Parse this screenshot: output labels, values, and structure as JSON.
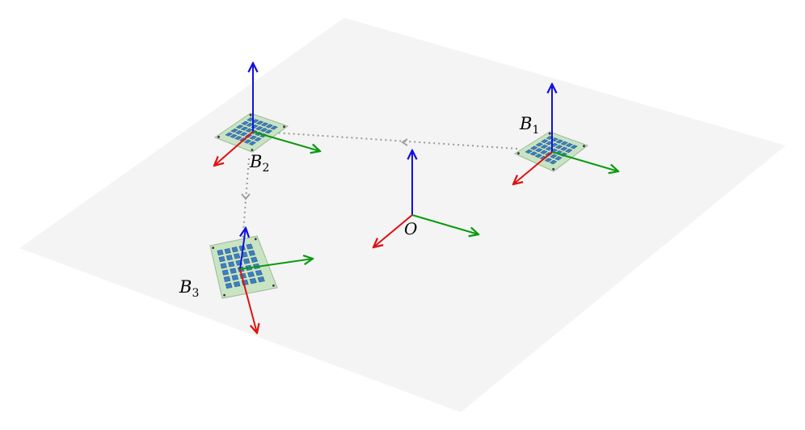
{
  "frames": {
    "origin": {
      "label": "O"
    },
    "b1": {
      "label": "B",
      "subscript": "1"
    },
    "b2": {
      "label": "B",
      "subscript": "2"
    },
    "b3": {
      "label": "B",
      "subscript": "3"
    }
  },
  "colors": {
    "ground": "#f4f4f4",
    "x_axis": "#e01010",
    "y_axis": "#0a9a10",
    "z_axis": "#1010e0",
    "link": "#999999",
    "board": "#c9e4c3",
    "board_edge": "#9bb89a",
    "pad": "#3e7fbf",
    "pad_dark": "#2c5e94"
  },
  "icons": {
    "calibration_board": "calibration-board-icon"
  }
}
